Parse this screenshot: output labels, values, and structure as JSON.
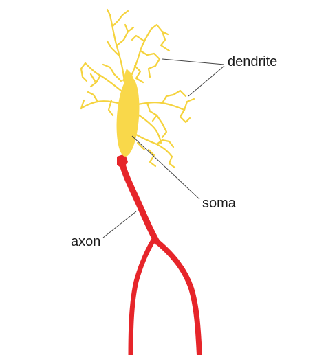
{
  "labels": {
    "dendrite": "dendrite",
    "soma": "soma",
    "axon": "axon"
  },
  "colors": {
    "dendrite": "#f5d33e",
    "soma": "#f9d84a",
    "axon": "#e6252a",
    "leader_line": "#444444",
    "text": "#1a1a1a"
  }
}
